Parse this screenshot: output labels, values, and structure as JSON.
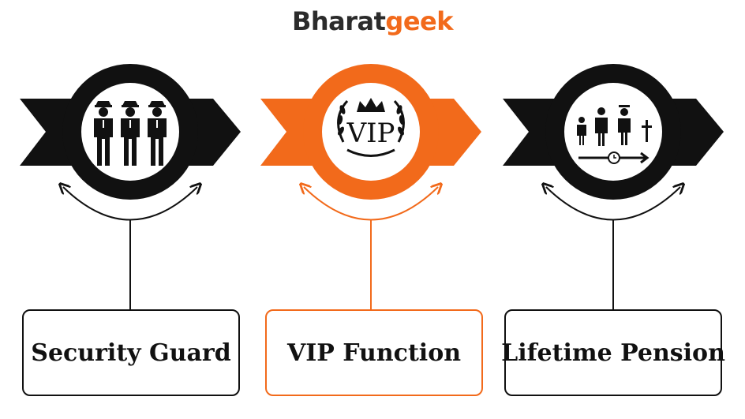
{
  "logo": {
    "part1": "Bharat",
    "part2": "geek"
  },
  "colors": {
    "dark": "#111111",
    "accent": "#f26a1b"
  },
  "items": [
    {
      "label": "Security Guard",
      "icon": "security-guards-icon",
      "color": "#111111"
    },
    {
      "label": "VIP Function",
      "icon": "vip-laurel-crown-icon",
      "color": "#f26a1b"
    },
    {
      "label": "Lifetime Pension",
      "icon": "lifetime-stages-icon",
      "color": "#111111"
    }
  ]
}
